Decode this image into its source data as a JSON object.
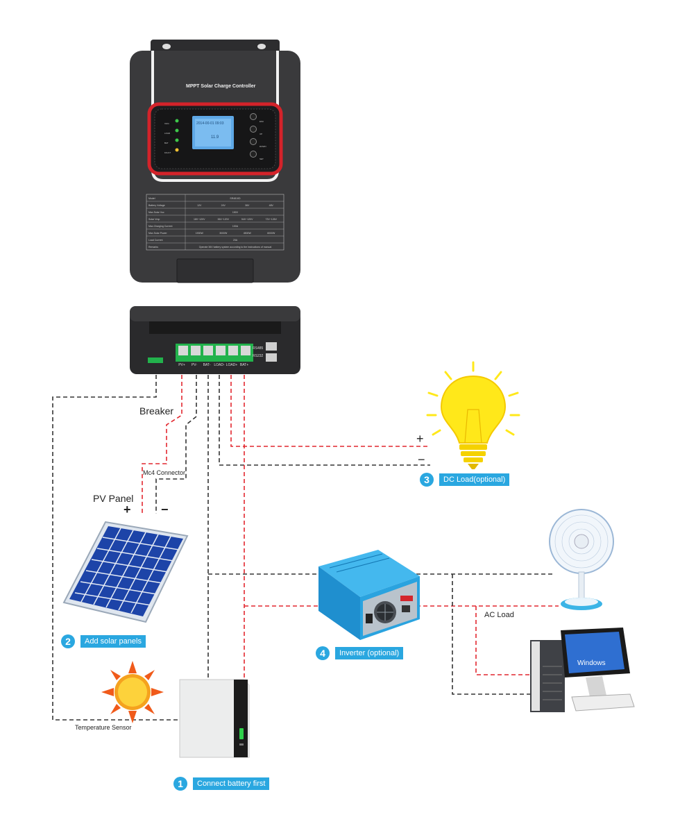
{
  "controller": {
    "brand": "MPPT",
    "title": "Solar Charge Controller",
    "lcd_line1": "2014-00-01 09:03",
    "lcd_value": "11.9",
    "leds": [
      "CHG",
      "LOAD",
      "BAT",
      "FAULT"
    ],
    "buttons": [
      "ESC",
      "UP",
      "DOWN",
      "SET"
    ]
  },
  "spec_table": {
    "rows": [
      [
        "Model",
        "SR4810D"
      ],
      [
        "Battery Voltage",
        "12V",
        "24V",
        "36V",
        "48V"
      ],
      [
        "Max.Solar Voc",
        "150V"
      ],
      [
        "Solar Vmp",
        "18V~120V",
        "36V~120V",
        "54V~120V",
        "72V~126V"
      ],
      [
        "Max.Charging Current",
        "100A"
      ],
      [
        "Max.Solar Power",
        "1900W",
        "3000W",
        "4500W",
        "6000W"
      ],
      [
        "Load Current",
        "20A"
      ],
      [
        "Remarks",
        "Operate 36V battery system according to the instructions of manual"
      ]
    ]
  },
  "terminals": {
    "labels": [
      "PV+",
      "PV-",
      "BAT-",
      "LOAD-",
      "LOAD+",
      "BAT+"
    ],
    "comm_ports": [
      "RS485",
      "RS232"
    ]
  },
  "labels": {
    "breaker": "Breaker",
    "mc4": "Mc4 Connector",
    "pv_panel": "PV Panel",
    "pv_plus": "+",
    "pv_minus": "−",
    "dc_plus": "+",
    "dc_minus": "−",
    "ac_load": "AC Load",
    "temp_sensor": "Temperature Sensor",
    "windows": "Windows"
  },
  "steps": [
    {
      "num": "1",
      "text": "Connect battery first"
    },
    {
      "num": "2",
      "text": "Add solar panels"
    },
    {
      "num": "3",
      "text": "DC Load(optional)"
    },
    {
      "num": "4",
      "text": "Inverter (optional)"
    }
  ],
  "colors": {
    "positive_wire": "#e2262e",
    "negative_wire": "#333333",
    "accent": "#2aa7e0",
    "controller_body": "#3a3a3c",
    "inverter": "#2aa3df",
    "bulb": "#ffe81a"
  }
}
